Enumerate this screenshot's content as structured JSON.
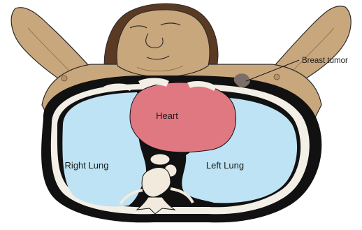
{
  "labels": {
    "heart": "Heart",
    "right_lung": "Right Lung",
    "left_lung": "Left Lung",
    "breast_tumor": "Breast tumor"
  },
  "colors": {
    "skin": "#C9A77C",
    "skin_dark": "#A8855A",
    "hair": "#5A3A22",
    "body_wall": "#111111",
    "rib_ring": "#F4EFE6",
    "lung": "#BEE3F4",
    "heart": "#E07882",
    "bone": "#F2EBDD",
    "tumor": "#7A6E66"
  }
}
